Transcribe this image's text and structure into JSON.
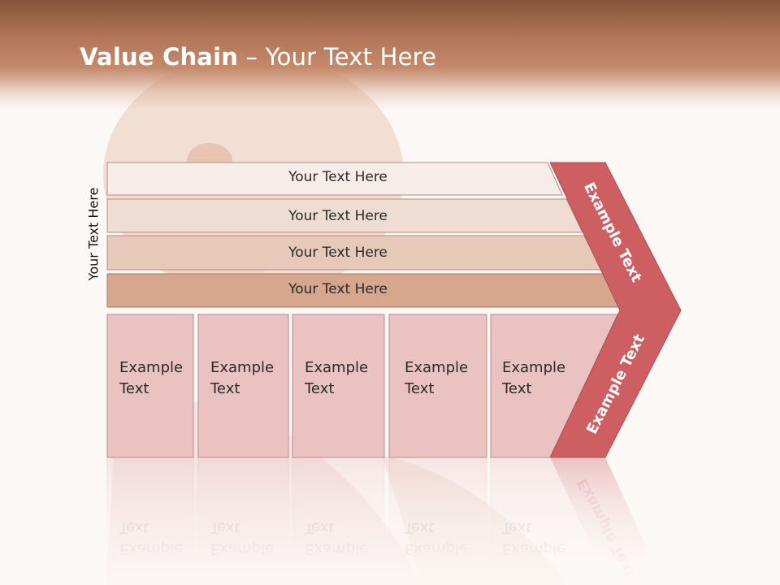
{
  "title": {
    "bold": "Value Chain",
    "rest": " – Your Text Here"
  },
  "side_label": "Your Text Here",
  "rows": [
    {
      "label": "Your Text Here"
    },
    {
      "label": "Your Text Here"
    },
    {
      "label": "Your Text Here"
    },
    {
      "label": "Your Text Here"
    }
  ],
  "cells": [
    {
      "line1": "Example",
      "line2": "Text"
    },
    {
      "line1": "Example",
      "line2": "Text"
    },
    {
      "line1": "Example",
      "line2": "Text"
    },
    {
      "line1": "Example",
      "line2": "Text"
    },
    {
      "line1": "Example",
      "line2": "Text"
    }
  ],
  "chevron": {
    "upper": "Example Text",
    "lower": "Example Text"
  },
  "colors": {
    "header": "#b27658",
    "row_fills": [
      "#f6ece8",
      "#efddd3",
      "#e6c9b9",
      "#d6a68d"
    ],
    "cell_fill": "#ebc2c2",
    "chevron": "#cd5f63",
    "title_text": "#ffffff"
  }
}
